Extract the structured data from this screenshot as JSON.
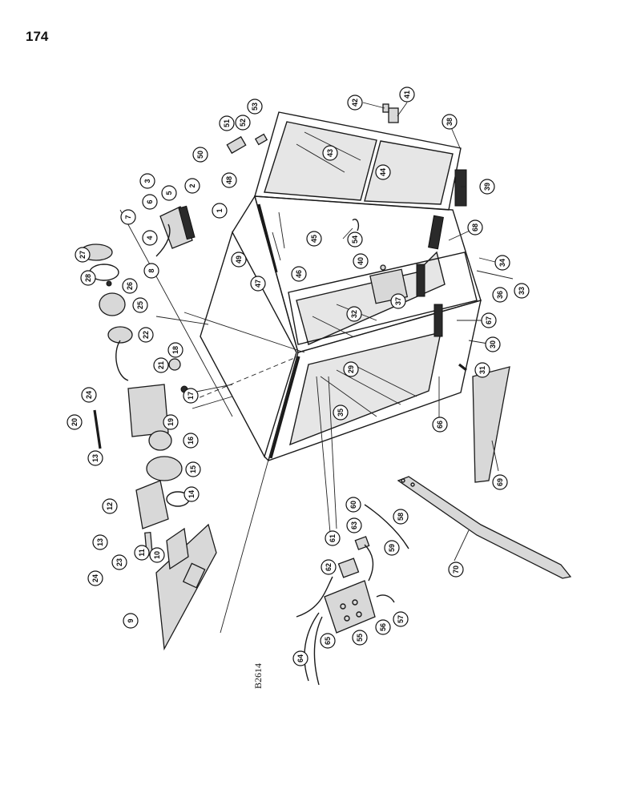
{
  "page_number": "174",
  "drawing_number": "B2614",
  "callouts": [
    {
      "label": "1"
    },
    {
      "label": "2"
    },
    {
      "label": "3"
    },
    {
      "label": "4"
    },
    {
      "label": "5"
    },
    {
      "label": "6"
    },
    {
      "label": "7"
    },
    {
      "label": "8"
    },
    {
      "label": "9"
    },
    {
      "label": "10"
    },
    {
      "label": "11"
    },
    {
      "label": "12"
    },
    {
      "label": "13"
    },
    {
      "label": "13"
    },
    {
      "label": "14"
    },
    {
      "label": "15"
    },
    {
      "label": "16"
    },
    {
      "label": "17"
    },
    {
      "label": "18"
    },
    {
      "label": "19"
    },
    {
      "label": "20"
    },
    {
      "label": "21"
    },
    {
      "label": "22"
    },
    {
      "label": "23"
    },
    {
      "label": "24"
    },
    {
      "label": "24"
    },
    {
      "label": "25"
    },
    {
      "label": "26"
    },
    {
      "label": "27"
    },
    {
      "label": "28"
    },
    {
      "label": "29"
    },
    {
      "label": "30"
    },
    {
      "label": "31"
    },
    {
      "label": "32"
    },
    {
      "label": "33"
    },
    {
      "label": "34"
    },
    {
      "label": "35"
    },
    {
      "label": "36"
    },
    {
      "label": "37"
    },
    {
      "label": "38"
    },
    {
      "label": "39"
    },
    {
      "label": "40"
    },
    {
      "label": "41"
    },
    {
      "label": "42"
    },
    {
      "label": "43"
    },
    {
      "label": "44"
    },
    {
      "label": "45"
    },
    {
      "label": "46"
    },
    {
      "label": "47"
    },
    {
      "label": "48"
    },
    {
      "label": "49"
    },
    {
      "label": "50"
    },
    {
      "label": "51"
    },
    {
      "label": "52"
    },
    {
      "label": "53"
    },
    {
      "label": "54"
    },
    {
      "label": "55"
    },
    {
      "label": "56"
    },
    {
      "label": "57"
    },
    {
      "label": "58"
    },
    {
      "label": "59"
    },
    {
      "label": "60"
    },
    {
      "label": "61"
    },
    {
      "label": "62"
    },
    {
      "label": "63"
    },
    {
      "label": "64"
    },
    {
      "label": "65"
    },
    {
      "label": "66"
    },
    {
      "label": "67"
    },
    {
      "label": "68"
    },
    {
      "label": "69"
    },
    {
      "label": "70"
    }
  ]
}
